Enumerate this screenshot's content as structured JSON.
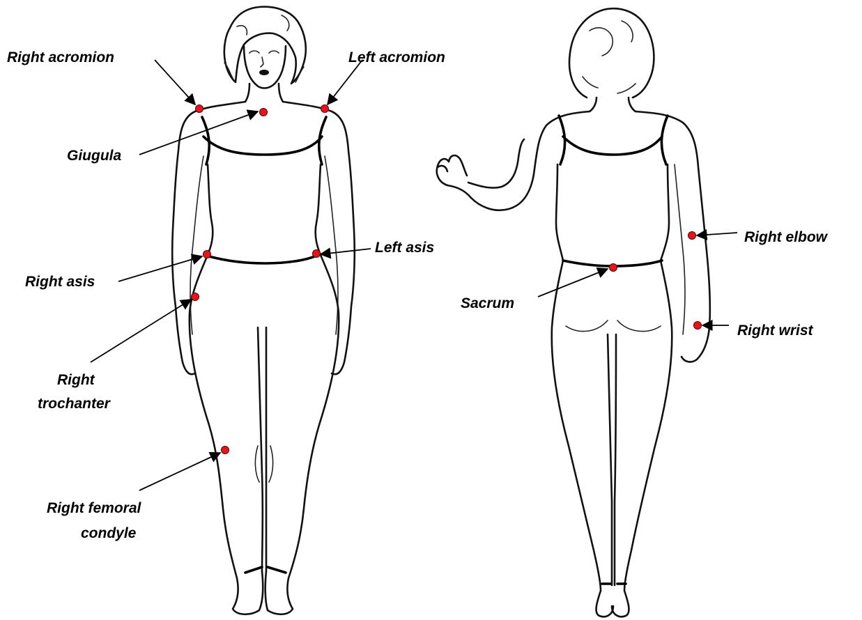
{
  "labels": {
    "right_acromion": "Right acromion",
    "left_acromion": "Left acromion",
    "giugula": "Giugula",
    "left_asis": "Left asis",
    "right_asis": "Right asis",
    "right_trochanter_1": "Right",
    "right_trochanter_2": "trochanter",
    "right_femoral_condyle_1": "Right femoral",
    "right_femoral_condyle_2": "condyle",
    "right_elbow": "Right elbow",
    "sacrum": "Sacrum",
    "right_wrist": "Right wrist"
  },
  "colors": {
    "marker": "#e8141a",
    "line": "#000000"
  }
}
